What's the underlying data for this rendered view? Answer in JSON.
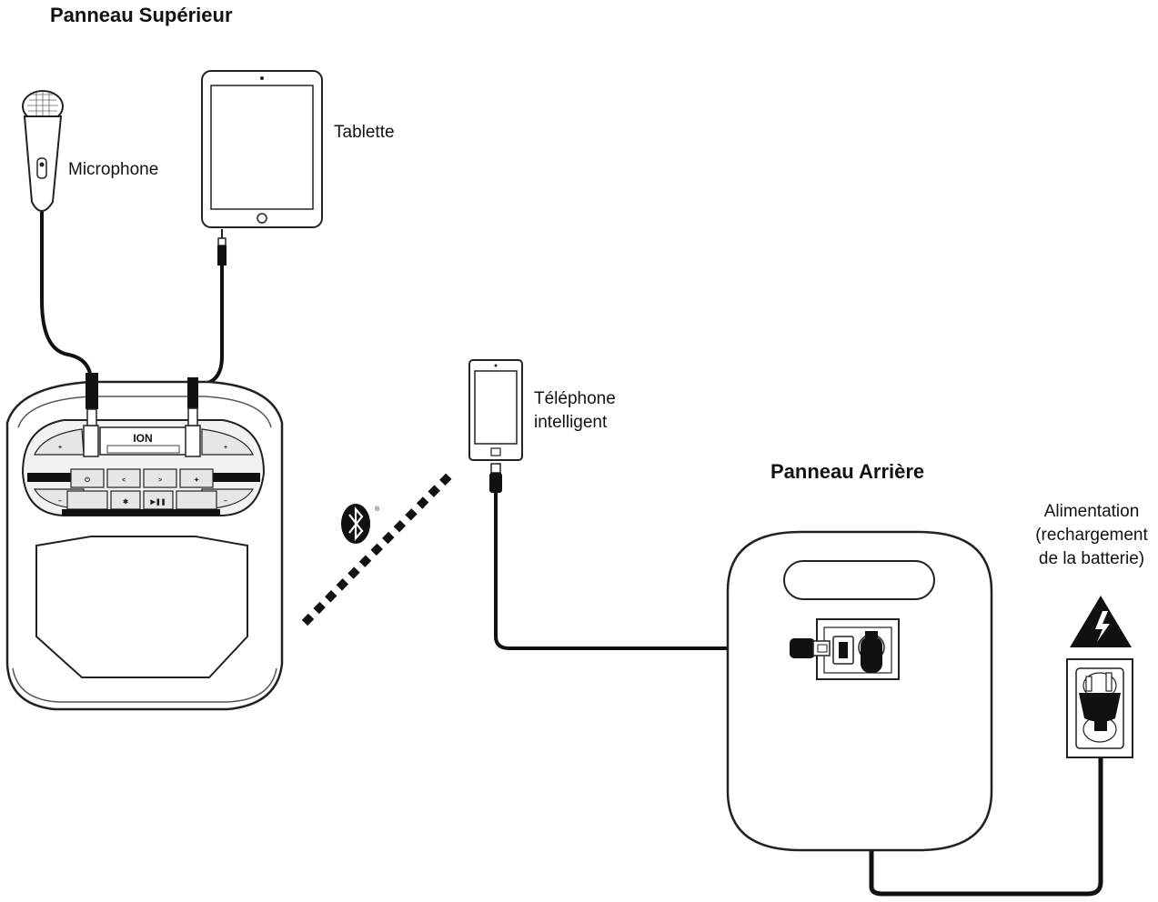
{
  "headings": {
    "top_panel": "Panneau Supérieur",
    "rear_panel": "Panneau Arrière"
  },
  "labels": {
    "microphone": "Microphone",
    "tablet": "Tablette",
    "smartphone_line1": "Téléphone",
    "smartphone_line2": "intelligent",
    "power_line1": "Alimentation",
    "power_line2": "(rechargement",
    "power_line3": "de la batterie)"
  },
  "device": {
    "brand": "ION"
  },
  "icons": {
    "bluetooth": "bluetooth-icon",
    "warning": "high-voltage-warning-icon"
  }
}
